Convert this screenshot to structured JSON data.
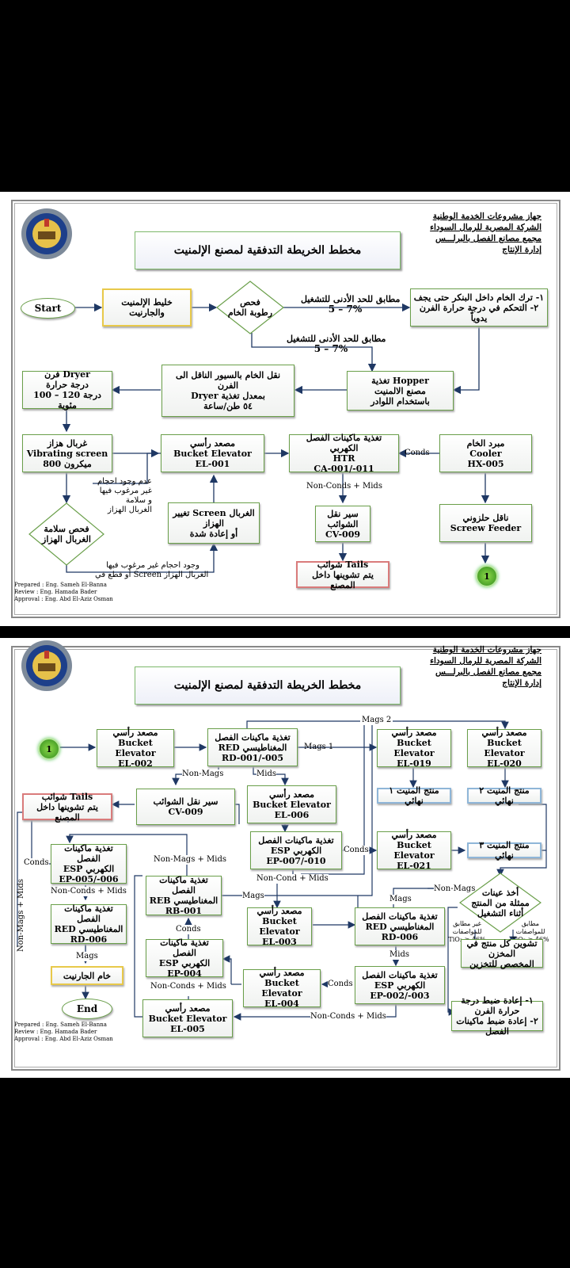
{
  "org": {
    "line1": "جهاز مشروعات الخدمة الوطنية",
    "line2": "الشركة المصرية للرمال السوداء",
    "line3": "مجمع مصانع الفصل بالبرلـــس",
    "line4": "إدارة الإنتاج"
  },
  "title": "مخطط الخريطة التدفقية لمصنع الإلمنيت",
  "prepared": "Prepared : Eng. Sameh El-Banna",
  "review": "Review : Eng. Hamada Bader",
  "approval": "Approval : Eng. Abd El-Aziz Osman",
  "prepared2": "Prepared : Eng. Sameh El-Banna",
  "review2": "Review : Eng. Hamada Bader",
  "approval2": "Approval : Eng. Abd El-Aziz Osman",
  "p1": {
    "start": "Start",
    "mix": "خليط الإلمنيت والجارنيت",
    "check_moist_1": "فحص",
    "check_moist_2": "رطوبة الخام",
    "match_top_1": "مطابق للحد الأدنى للتشغيل",
    "match_top_2": "5 – 7%",
    "match_bot_1": "مطابق للحد الأدنى للتشغيل",
    "match_bot_2": "5 – 7%",
    "leave_1": "١- ترك الخام داخل البنكر حتى يجف",
    "leave_2": "٢- التحكم في درجة حرارة الفرن يدوياً",
    "hopper_1": "تغذية Hopper",
    "hopper_2": "مصنع الالمنيت",
    "hopper_3": "باستخدام اللوادر",
    "conveyor_1": "نقل الخام بالسيور الناقل الى الفرن",
    "conveyor_2": "Dryer بمعدل تغذية",
    "conveyor_3": "٥٤ طن/ساعة",
    "dryer_1": "فرن Dryer",
    "dryer_2": "درجة حرارة",
    "dryer_3": "100 – 120 درجة مئوية",
    "screen_1": "غربال هزاز",
    "screen_2": "Vibrating screen",
    "screen_3": "800 ميكرون",
    "elev_1": "مصعد رأسي",
    "elev_2": "Bucket Elevator",
    "elev_3": "EL-001",
    "htr_1": "تغذية ماكينات الفصل الكهربي",
    "htr_2": "HTR",
    "htr_3": "CA-001/-011",
    "cooler_1": "مبرد الخام",
    "cooler_2": "Cooler",
    "cooler_3": "HX-005",
    "conds": "Conds",
    "noncond": "Non-Conds + Mids",
    "no_oversize_1": "عدم  وجود احجام",
    "no_oversize_2": "غير مرغوب فيها",
    "no_oversize_3": "و  سلامة",
    "no_oversize_4": "الغربال الهزاز",
    "change_1": "تغيير Screen الغربال",
    "change_2": "الهزاز",
    "change_3": "أو إعادة شدة",
    "cv009_1": "سير نقل الشوائب",
    "cv009_2": "CV-009",
    "feeder_1": "ناقل حلزوني",
    "feeder_2": "Screew Feeder",
    "check_screen_1": "فحص سلامة",
    "check_screen_2": "الغربال الهزاز",
    "oversize_1": "وجود احجام غير مرغوب فيها",
    "oversize_2": "أو قطع في Screen الغربال الهزاز",
    "tails_1": "شوائب Tails",
    "tails_2": "يتم تشوينها داخل المصنع",
    "connector": "1"
  },
  "p2": {
    "connector": "1",
    "el002_1": "مصعد رأسي",
    "el002_2": "Bucket Elevator",
    "el002_3": "EL-002",
    "red001_1": "تغذية ماكينات الفصل",
    "red001_2": "RED المغناطيسي",
    "red001_3": "RD-001/-005",
    "mags1": "Mags 1",
    "mags2": "Mags 2",
    "el019_1": "مصعد رأسي",
    "el019_2": "Bucket Elevator",
    "el019_3": "EL-019",
    "el020_1": "مصعد رأسي",
    "el020_2": "Bucket Elevator",
    "el020_3": "EL-020",
    "nonmags": "Non-Mags",
    "mids": "Mids",
    "tails_1": "شوائب Tails",
    "tails_2": "يتم تشوينها داخل المصنع",
    "cv009_1": "سير نقل الشوائب",
    "cv009_2": "CV-009",
    "el006_1": "مصعد رأسي",
    "el006_2": "Bucket Elevator",
    "el006_3": "EL-006",
    "prod1": "منتج المنيت ١ نهائي",
    "prod2": "منتج المنيت ٢ نهائي",
    "esp005_1": "تغذية ماكينات الفصل",
    "esp005_2": "ESP الكهربي",
    "esp005_3": "EP-005/-006",
    "conds": "Conds",
    "esp007_1": "تغذية ماكينات الفصل",
    "esp007_2": "ESP الكهربي",
    "esp007_3": "EP-007/-010",
    "conds2": "Conds",
    "el021_1": "مصعد رأسي",
    "el021_2": "Bucket Elevator",
    "el021_3": "EL-021",
    "prod3": "منتج المنيت ٣ نهائي",
    "nonmags_mids": "Non-Mags + Mids",
    "noncond_mids": "Non-Conds + Mids",
    "noncond_mids2": "Non-Cond + Mids",
    "nonmags2": "Non-Mags",
    "reb_1": "تغذية ماكينات الفصل",
    "reb_2": "REB المغناطيسي",
    "reb_3": "RB-001",
    "mags": "Mags",
    "mags_b": "Mags",
    "sample_1": "أخذ عينات",
    "sample_2": "ممثلة من المنتج",
    "sample_3": "أثناء التشغيل",
    "red006a_1": "تغذية ماكينات الفصل",
    "red006a_2": "RED المغناطيسي",
    "red006a_3": "RD-006",
    "el003_1": "مصعد رأسي",
    "el003_2": "Bucket Elevator",
    "el003_3": "EL-003",
    "red006b_1": "تغذية ماكينات الفصل",
    "red006b_2": "RED المغناطيسي",
    "red006b_3": "RD-006",
    "not_match_1": "غير مطابق",
    "not_match_2": "للمواصفات",
    "not_match_3": "TiO₂ ≥ 46%",
    "match_1": "مطابق",
    "match_2": "للمواصفات",
    "match_3": "TiO₂ ≥ 46%",
    "conds3": "Conds",
    "esp004_1": "تغذية ماكينات الفصل",
    "esp004_2": "ESP الكهربي",
    "esp004_3": "EP-004",
    "mids2": "Mids",
    "store_1": "تشوين كل منتج في المخزن",
    "store_2": "المخصص للتخزين",
    "mags3": "Mags",
    "garnet": "خام الجارنيت",
    "el004_1": "مصعد رأسي",
    "el004_2": "Bucket Elevator",
    "el004_3": "EL-004",
    "conds4": "Conds",
    "esp002_1": "تغذية ماكينات الفصل",
    "esp002_2": "ESP الكهربي",
    "esp002_3": "EP-002/-003",
    "noncond_mids3": "Non-Conds + Mids",
    "noncond_mids4": "Non-Conds + Mids",
    "end": "End",
    "el005_1": "مصعد رأسي",
    "el005_2": "Bucket Elevator",
    "el005_3": "EL-005",
    "adjust_1": "١- إعادة ضبط درجة حرارة الفرن",
    "adjust_2": "٢- إعادة ضبط ماكينات الفصل",
    "nonmags_mids_v": "Non-Mags + Mids"
  }
}
